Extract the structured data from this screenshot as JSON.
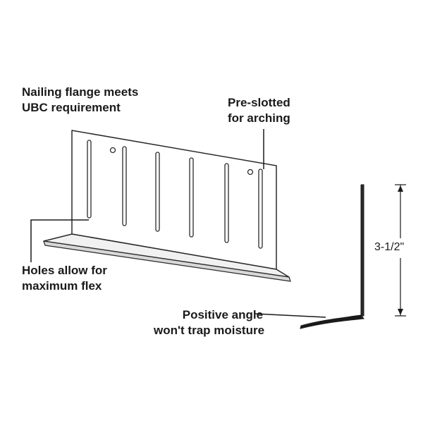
{
  "callouts": {
    "nailing_flange": {
      "line1": "Nailing flange meets",
      "line2": "UBC requirement"
    },
    "pre_slotted": {
      "line1": "Pre-slotted",
      "line2": "for arching"
    },
    "holes": {
      "line1": "Holes allow for",
      "line2": "maximum flex"
    },
    "positive_angle": {
      "line1": "Positive angle",
      "line2": "won't trap moisture"
    }
  },
  "dimension": {
    "height_label": "3-1/2\""
  }
}
